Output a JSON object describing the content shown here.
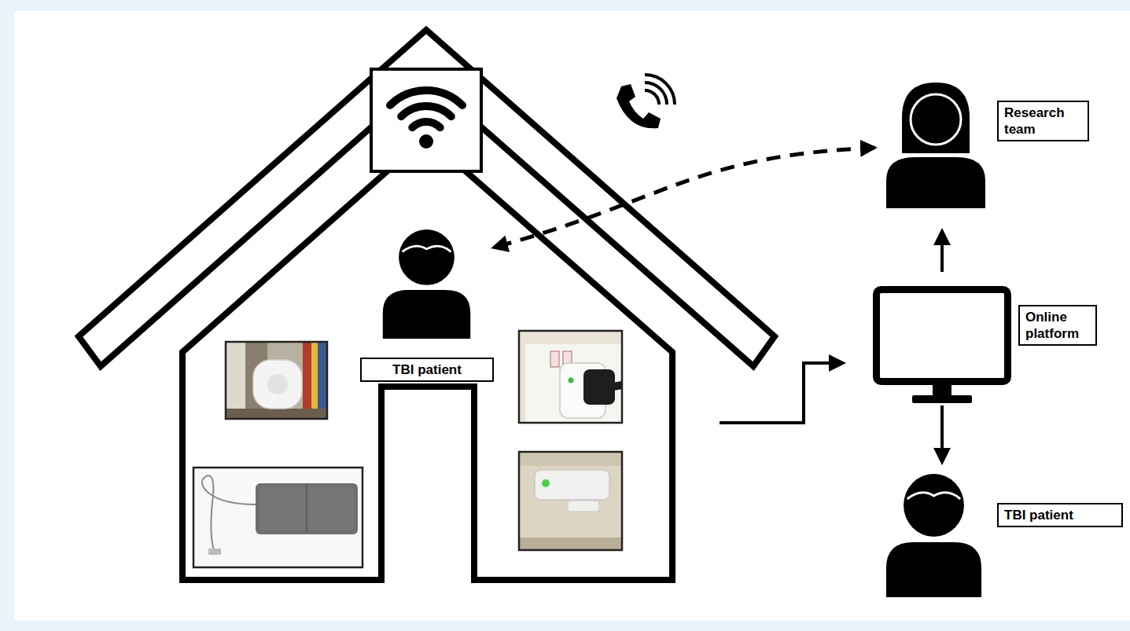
{
  "diagram": {
    "nodes": [
      {
        "text": [
          "TBI patient"
        ]
      },
      {
        "text": [
          "Research team"
        ]
      },
      {
        "text": [
          "Online platform"
        ]
      },
      {
        "text": [
          "TBI patient"
        ]
      }
    ],
    "edges": [
      {
        "from": 2,
        "to": 1,
        "arrow": "to"
      },
      {
        "from": 2,
        "to": 3,
        "arrow": "to"
      },
      {
        "from": 1,
        "to": 0,
        "arrow": "both"
      }
    ]
  }
}
